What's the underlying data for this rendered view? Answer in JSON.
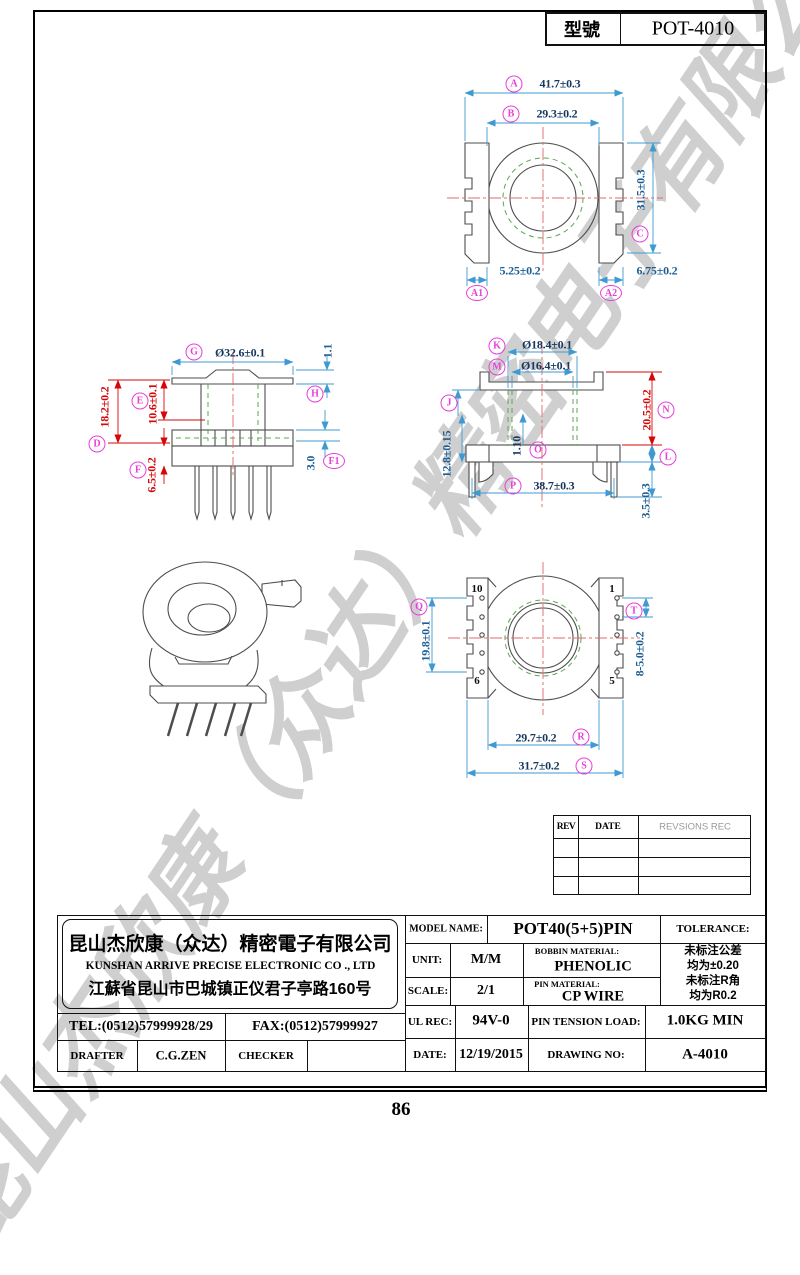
{
  "header": {
    "model_label": "型號",
    "model_no": "POT-4010"
  },
  "watermark": "昆山杰欣康（众达）精密电子有限公司",
  "page_number": "86",
  "colors": {
    "dimension_line": "#3f9ad2",
    "dimension_text_dark": "#16375e",
    "dimension_text_blue": "#1d5e94",
    "dimension_text_red": "#d40808",
    "balloon_magenta": "#e83fd8",
    "centerline_red": "#e06868",
    "hidden_line_green": "#58a84e",
    "outline_gray": "#4d4d4d"
  },
  "dims": {
    "top": {
      "a_l": "A",
      "a": "41.7±0.3",
      "b_l": "B",
      "b": "29.3±0.2",
      "c_l": "C",
      "c": "31.5±0.3",
      "a1_l": "A1",
      "a1": "5.25±0.2",
      "a2_l": "A2",
      "a2": "6.75±0.2"
    },
    "side": {
      "g_l": "G",
      "g": "Ø32.6±0.1",
      "t11": "1.1",
      "h_l": "H",
      "e_l": "E",
      "e": "10.6±0.1",
      "d_l": "D",
      "d": "18.2±0.2",
      "f_l": "F",
      "f": "6.5±0.2",
      "f1_l": "F1",
      "f1": "3.0"
    },
    "front": {
      "k_l": "K",
      "k": "Ø18.4±0.1",
      "m_l": "M",
      "m": "Ø16.4±0.1",
      "j_l": "J",
      "t128": "12.8±0.15",
      "o_l": "O",
      "o": "1.10",
      "p_l": "P",
      "p": "38.7±0.3",
      "n_l": "N",
      "n": "20.5±0.2",
      "l_l": "L",
      "t35": "3.5±0.3"
    },
    "bottom": {
      "q_l": "Q",
      "q": "19.8±0.1",
      "t_l": "T",
      "t": "8-5.0±0.2",
      "r_l": "R",
      "r": "29.7±0.2",
      "s_l": "S",
      "s": "31.7±0.2",
      "pin_tl": "10",
      "pin_bl": "6",
      "pin_tr": "1",
      "pin_br": "5"
    }
  },
  "rev_table": {
    "rev": "REV",
    "date": "DATE",
    "revisions": "REVSIONS REC"
  },
  "title_block": {
    "company_cn": "昆山杰欣康（众达）精密電子有限公司",
    "company_en": "KUNSHAN ARRIVE PRECISE ELECTRONIC CO ., LTD",
    "company_addr": "江蘇省昆山市巴城镇正仪君子亭路160号",
    "tel": "TEL:(0512)57999928/29",
    "fax": "FAX:(0512)57999927",
    "drafter_label": "DRAFTER",
    "drafter_value": "C.G.ZEN",
    "checker_label": "CHECKER",
    "checker_value": "",
    "model_name_label": "MODEL NAME:",
    "model_name_value": "POT40(5+5)PIN",
    "unit_label": "UNIT:",
    "unit_value": "M/M",
    "bobbin_material_label": "BOBBIN MATERIAL:",
    "bobbin_material_value": "PHENOLIC",
    "scale_label": "SCALE:",
    "scale_value": "2/1",
    "pin_material_label": "PIN MATERIAL:",
    "pin_material_value": "CP WIRE",
    "ul_rec_label": "UL REC:",
    "ul_rec_value": "94V-0",
    "pin_tension_label": "PIN TENSION LOAD:",
    "pin_tension_value": "1.0KG MIN",
    "date_label": "DATE:",
    "date_value": "12/19/2015",
    "drawing_no_label": "DRAWING NO:",
    "drawing_no_value": "A-4010",
    "tolerance_label": "TOLERANCE:",
    "tol1": "未标注公差",
    "tol2": "均为±0.20",
    "tol3": "未标注R角",
    "tol4": "均为R0.2"
  }
}
